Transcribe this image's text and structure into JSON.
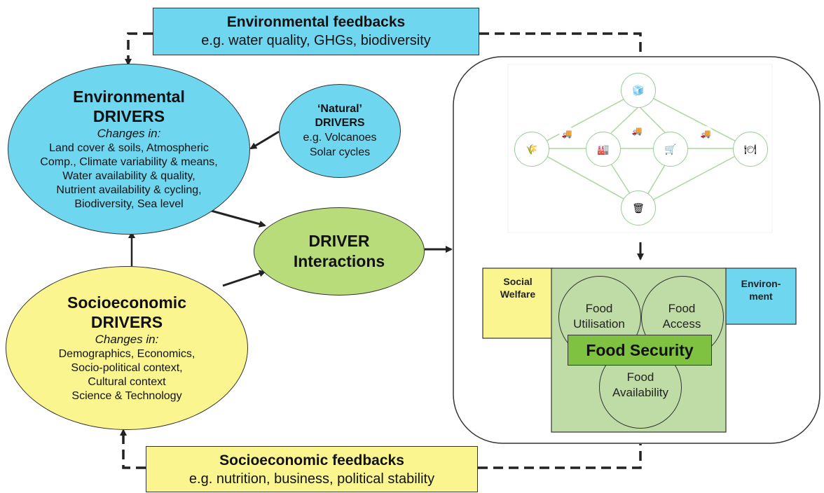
{
  "env_feedbacks": {
    "title": "Environmental feedbacks",
    "subtitle": "e.g. water quality, GHGs, biodiversity"
  },
  "socio_feedbacks": {
    "title": "Socioeconomic feedbacks",
    "subtitle": "e.g. nutrition, business, political stability"
  },
  "env_drivers": {
    "title_line1": "Environmental",
    "title_line2": "DRIVERS",
    "subtitle": "Changes in:",
    "lines": [
      "Land cover & soils, Atmospheric",
      "Comp., Climate variability & means,",
      "Water availability & quality,",
      "Nutrient availability & cycling,",
      "Biodiversity, Sea level"
    ]
  },
  "natural_drivers": {
    "title_line1": "‘Natural’",
    "title_line2": "DRIVERS",
    "lines": [
      "e.g. Volcanoes",
      "Solar cycles"
    ]
  },
  "socio_drivers": {
    "title_line1": "Socioeconomic",
    "title_line2": "DRIVERS",
    "subtitle": "Changes in:",
    "lines": [
      "Demographics, Economics,",
      "Socio-political context,",
      "Cultural context",
      "Science & Technology"
    ]
  },
  "driver_interactions": {
    "line1": "DRIVER",
    "line2": "Interactions"
  },
  "food_system": {
    "social_welfare": [
      "Social",
      "Welfare"
    ],
    "environment": [
      "Environ-",
      "ment"
    ],
    "food_utilisation": [
      "Food",
      "Utilisation"
    ],
    "food_access": [
      "Food",
      "Access"
    ],
    "food_availability": [
      "Food",
      "Availability"
    ],
    "food_security": "Food Security"
  },
  "colors": {
    "cyan": "#6fd6f0",
    "yellow": "#fbf58f",
    "green": "#b8dc7a",
    "food_security_green": "#7fc242",
    "panel_green": "#c0dca6",
    "arrow": "#222222"
  }
}
